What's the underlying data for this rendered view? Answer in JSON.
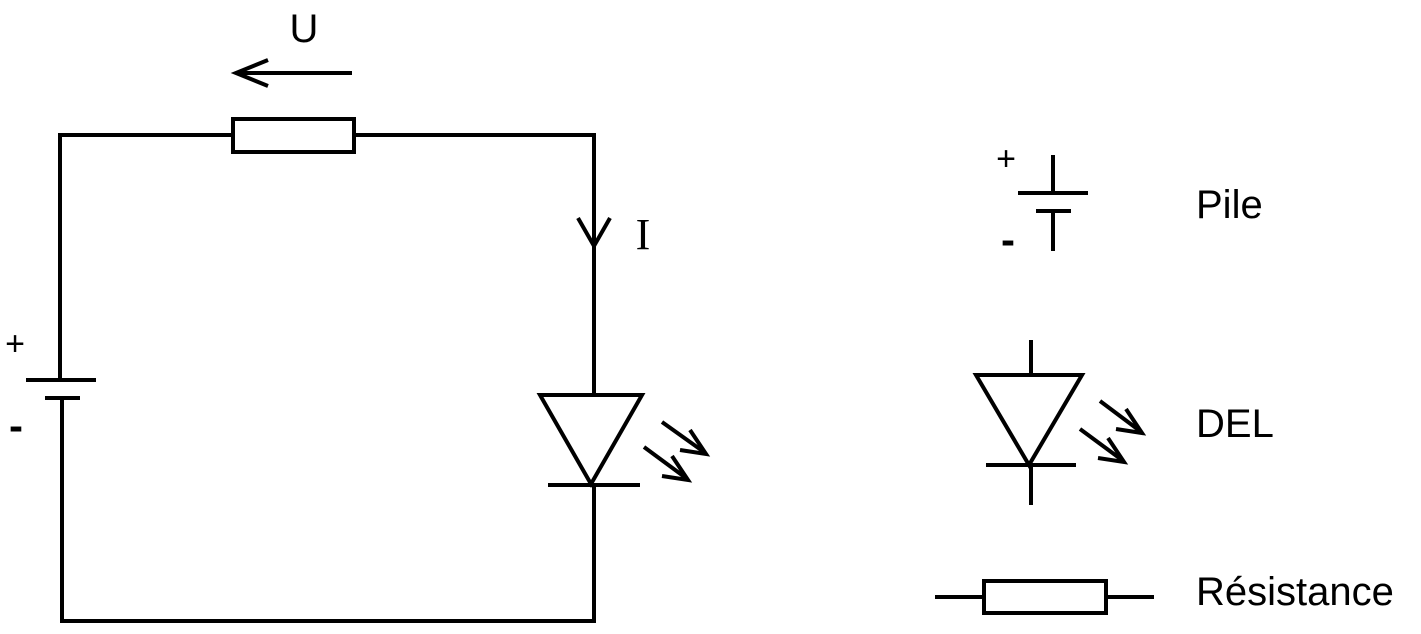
{
  "circuit": {
    "voltage_label": "U",
    "current_label": "I",
    "battery_plus": "+",
    "battery_minus": "-"
  },
  "legend": {
    "items": [
      {
        "symbol": "battery-symbol",
        "label": "Pile",
        "plus": "+",
        "minus": "-"
      },
      {
        "symbol": "led-symbol",
        "label": "DEL"
      },
      {
        "symbol": "resistor-symbol",
        "label": "Résistance"
      }
    ]
  },
  "colors": {
    "stroke": "#000000",
    "background": "#ffffff"
  }
}
